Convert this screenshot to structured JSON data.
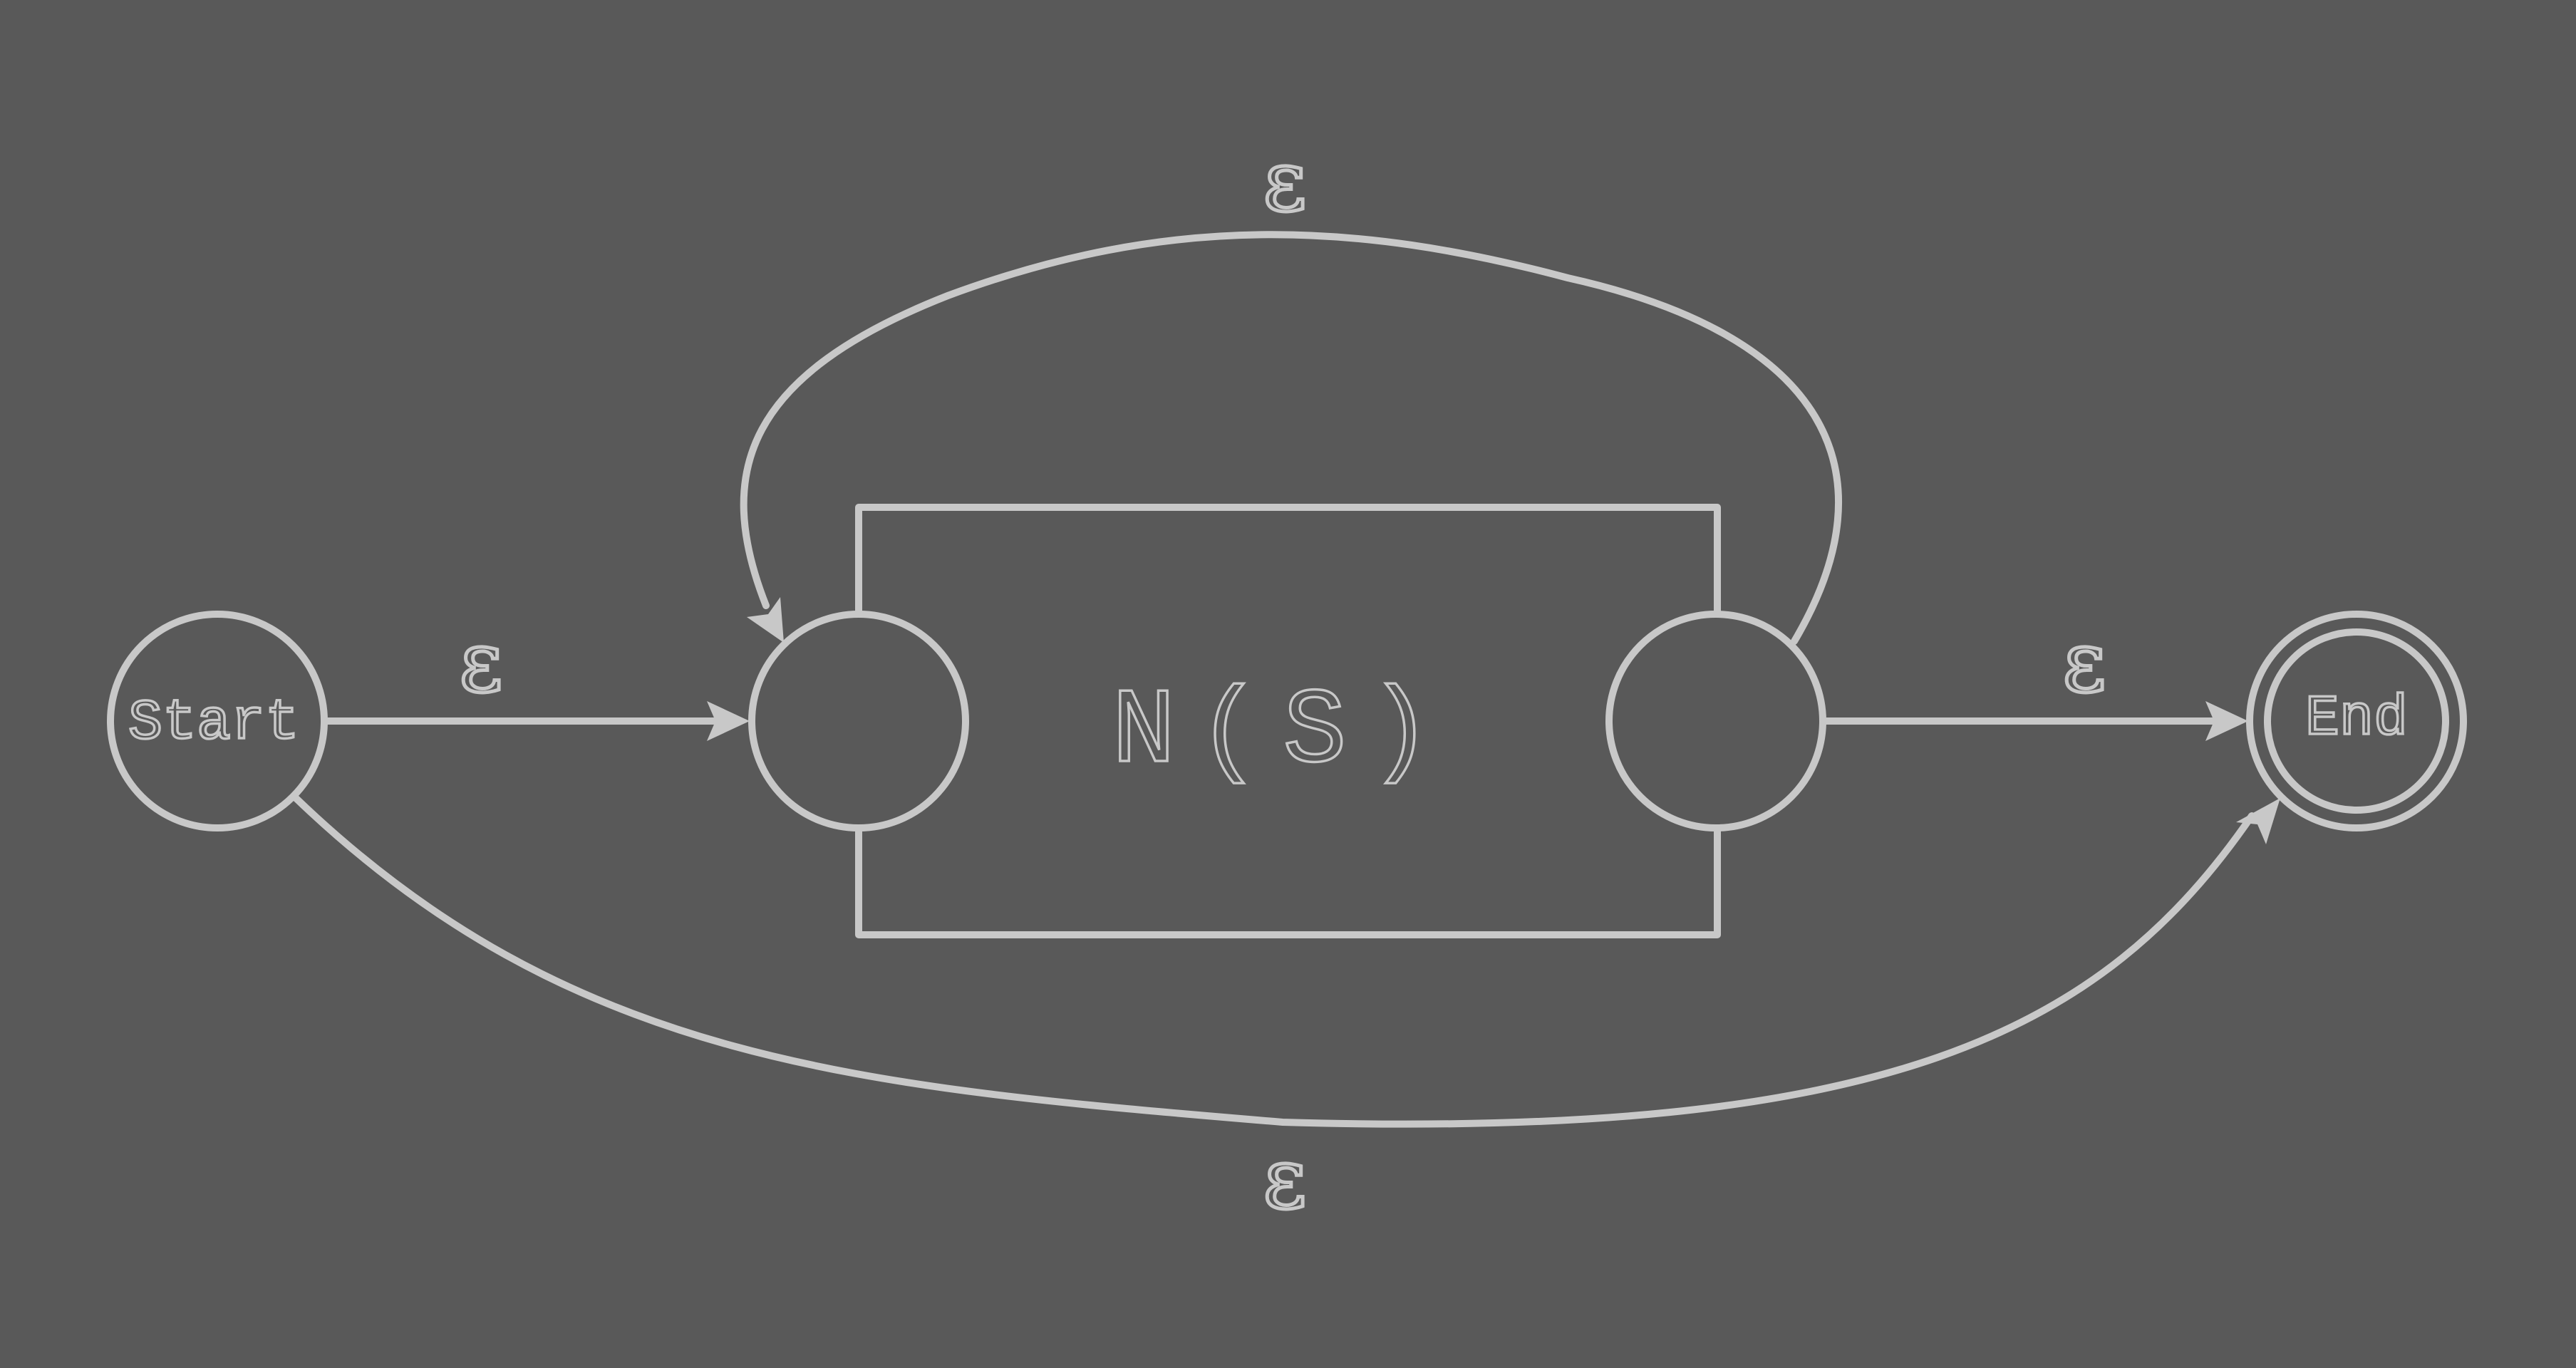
{
  "diagram": {
    "type": "epsilon-NFA (Kleene star construction)",
    "colors": {
      "background": "#595959",
      "stroke": "#c8c8c8"
    },
    "states": {
      "start": {
        "label": "Start",
        "accepting": false
      },
      "inner_entry": {
        "label": "",
        "accepting": false
      },
      "inner_exit": {
        "label": "",
        "accepting": false
      },
      "end": {
        "label": "End",
        "accepting": true
      }
    },
    "sub_automaton": {
      "label": "N(S)"
    },
    "transitions": {
      "start_to_inner": {
        "from": "start",
        "to": "inner_entry",
        "label": "ε"
      },
      "inner_to_end": {
        "from": "inner_exit",
        "to": "end",
        "label": "ε"
      },
      "loop_back": {
        "from": "inner_exit",
        "to": "inner_entry",
        "label": "ε"
      },
      "skip": {
        "from": "start",
        "to": "end",
        "label": "ε"
      }
    }
  }
}
